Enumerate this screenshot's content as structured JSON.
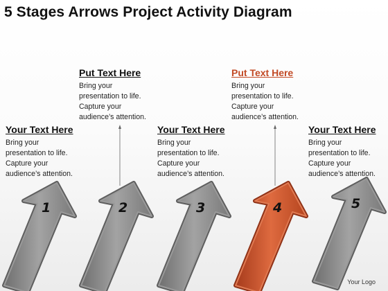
{
  "title": "5 Stages Arrows Project Activity Diagram",
  "blocks": [
    {
      "heading": "Your Text Here",
      "lines": [
        "Bring your",
        "presentation to life.",
        "Capture your",
        "audience’s attention."
      ]
    },
    {
      "heading": "Put Text Here",
      "lines": [
        "Bring your",
        "presentation to life.",
        "Capture your",
        "audience’s attention."
      ]
    },
    {
      "heading": "Your Text Here",
      "lines": [
        "Bring your",
        "presentation to life.",
        "Capture your",
        "audience’s attention."
      ]
    },
    {
      "heading": "Put Text Here",
      "lines": [
        "Bring your",
        "presentation to life.",
        "Capture your",
        "audience’s attention."
      ]
    },
    {
      "heading": "Your Text Here",
      "lines": [
        "Bring your",
        "presentation to life.",
        "Capture your",
        "audience’s attention."
      ]
    }
  ],
  "arrows": [
    {
      "number": "1",
      "color": "#8c8c8c"
    },
    {
      "number": "2",
      "color": "#8c8c8c"
    },
    {
      "number": "3",
      "color": "#8c8c8c"
    },
    {
      "number": "4",
      "color": "#c8502a"
    },
    {
      "number": "5",
      "color": "#8c8c8c"
    }
  ],
  "accent_color": "#c24a25",
  "logo": "Your Logo"
}
